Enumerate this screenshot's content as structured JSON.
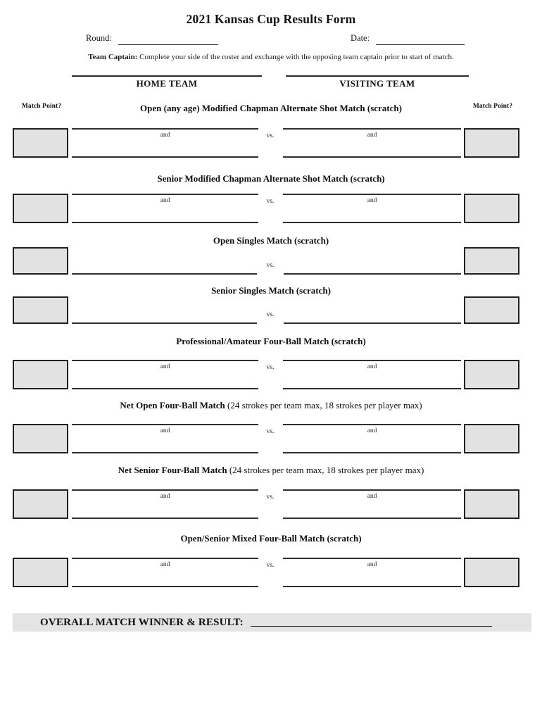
{
  "page": {
    "title": "2021 Kansas Cup Results Form",
    "round_label": "Round:",
    "round_value": "",
    "date_label": "Date:",
    "date_value": "",
    "captain_note_bold": "Team Captain:",
    "captain_note_rest": " Complete your side of the roster and exchange with the opposing team captain prior to start of match.",
    "home_team_label": "HOME TEAM",
    "visiting_team_label": "VISITING TEAM",
    "match_point_left": "Match Point?",
    "match_point_right": "Match Point?",
    "and_label": "and",
    "vs_label": "vs.",
    "overall_label": "OVERALL MATCH WINNER & RESULT:",
    "overall_value": ""
  },
  "sections": [
    {
      "type": "pair",
      "heading": "Open (any age) Modified Chapman Alternate Shot Match (scratch)",
      "heading_note": ""
    },
    {
      "type": "pair",
      "heading": "Senior Modified Chapman Alternate Shot Match (scratch)",
      "heading_note": ""
    },
    {
      "type": "singles",
      "heading": "Open Singles Match (scratch)",
      "heading_note": ""
    },
    {
      "type": "singles",
      "heading": "Senior Singles Match (scratch)",
      "heading_note": ""
    },
    {
      "type": "pair",
      "heading": "Professional/Amateur Four-Ball Match (scratch)",
      "heading_note": ""
    },
    {
      "type": "pair",
      "heading": "Net Open Four-Ball Match",
      "heading_note": " (24 strokes per team max, 18 strokes per player max)"
    },
    {
      "type": "pair",
      "heading": "Net Senior Four-Ball Match",
      "heading_note": " (24 strokes per team max, 18 strokes per player max)"
    },
    {
      "type": "pair",
      "heading": "Open/Senior Mixed Four-Ball Match (scratch)",
      "heading_note": ""
    }
  ],
  "colors": {
    "box_fill": "#e2e2e2",
    "box_border": "#202020",
    "line": "#2f2f2f",
    "bar_fill": "#e4e4e4",
    "text": "#111111"
  }
}
